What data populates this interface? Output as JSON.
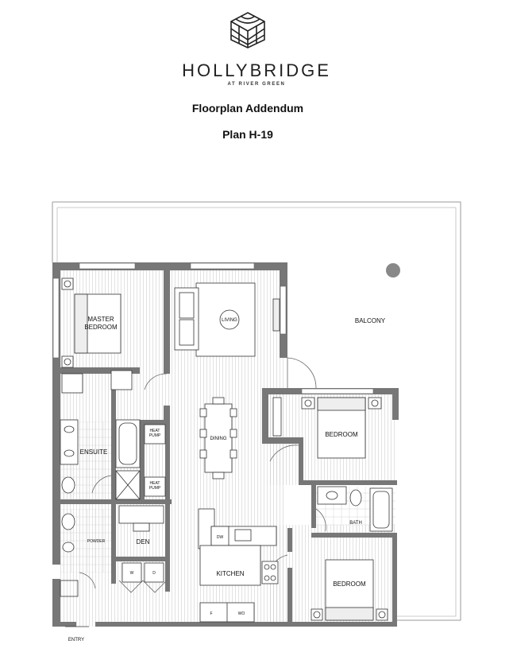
{
  "header": {
    "brand_name": "HOLLYBRIDGE",
    "brand_tagline": "AT RIVER GREEN",
    "document_title": "Floorplan Addendum",
    "plan_name": "Plan H-19"
  },
  "rooms": {
    "master_bedroom_line1": "MASTER",
    "master_bedroom_line2": "BEDROOM",
    "living": "LIVING",
    "balcony": "BALCONY",
    "heat_pump_1_line1": "HEAT",
    "heat_pump_1_line2": "PUMP",
    "heat_pump_2_line1": "HEAT",
    "heat_pump_2_line2": "PUMP",
    "ensuite": "ENSUITE",
    "dining": "DINING",
    "bedroom_1": "BEDROOM",
    "bath": "BATH",
    "powder": "POWDER",
    "den": "DEN",
    "kitchen": "KITCHEN",
    "bedroom_2": "BEDROOM",
    "entry": "ENTRY",
    "dw": "DW",
    "washer": "W",
    "dryer": "D",
    "fridge": "F",
    "wall_oven": "WO"
  },
  "icons": [
    "hollybridge-logo-icon"
  ]
}
